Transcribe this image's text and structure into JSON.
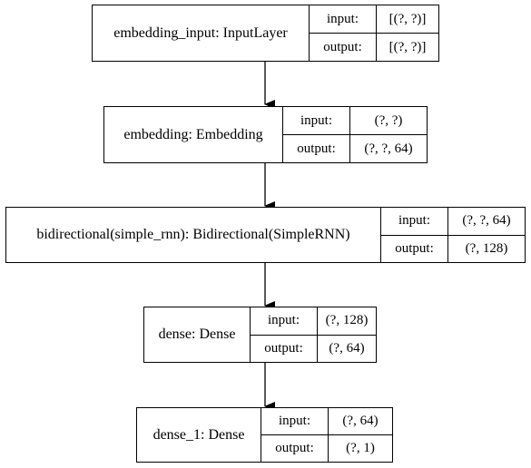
{
  "nodes": [
    {
      "name": "embedding_input: InputLayer",
      "input_label": "input:",
      "input_value": "[(?, ?)]",
      "output_label": "output:",
      "output_value": "[(?, ?)]"
    },
    {
      "name": "embedding: Embedding",
      "input_label": "input:",
      "input_value": "(?, ?)",
      "output_label": "output:",
      "output_value": "(?, ?, 64)"
    },
    {
      "name": "bidirectional(simple_rnn): Bidirectional(SimpleRNN)",
      "input_label": "input:",
      "input_value": "(?, ?, 64)",
      "output_label": "output:",
      "output_value": "(?, 128)"
    },
    {
      "name": "dense: Dense",
      "input_label": "input:",
      "input_value": "(?, 128)",
      "output_label": "output:",
      "output_value": "(?, 64)"
    },
    {
      "name": "dense_1: Dense",
      "input_label": "input:",
      "input_value": "(?, 64)",
      "output_label": "output:",
      "output_value": "(?, 1)"
    }
  ]
}
